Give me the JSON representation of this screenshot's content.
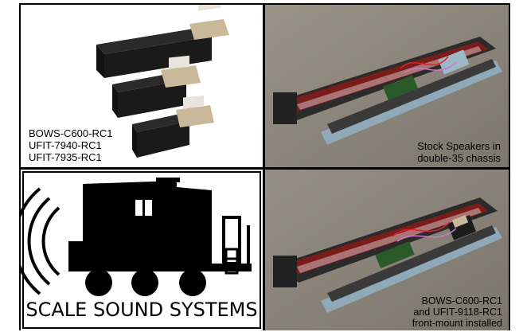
{
  "panels": {
    "top_left": {
      "caption_lines": [
        "BOWS-C600-RC1",
        "UFIT-7940-RC1",
        "UFIT-7935-RC1"
      ]
    },
    "top_right": {
      "caption_lines": [
        "Stock Speakers in",
        "double-35 chassis"
      ]
    },
    "bottom_left": {
      "logo_text": "SCALE SOUND SYSTEMS"
    },
    "bottom_right": {
      "caption_lines": [
        "BOWS-C600-RC1",
        "and UFIT-9118-RC1",
        "front-mount installed"
      ]
    }
  },
  "colors": {
    "photo_bg": "#8a8378",
    "chassis_red": "#7a1d1a",
    "frame_blue": "#8fa9b8"
  }
}
